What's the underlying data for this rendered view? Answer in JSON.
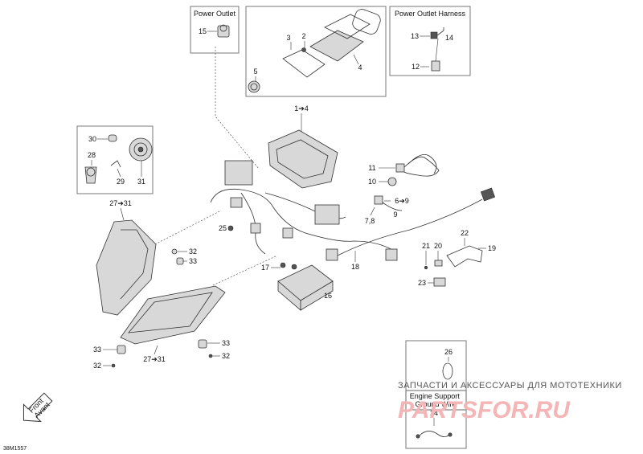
{
  "boxes": {
    "power_outlet": "Power Outlet",
    "power_outlet_harness": "Power Outlet Harness",
    "engine_support": "Engine Support\nGround Wire"
  },
  "callouts": {
    "c15": "15",
    "c3": "3",
    "c2": "2",
    "c5": "5",
    "c4": "4",
    "c13": "13",
    "c14": "14",
    "c12": "12",
    "c1_4": "1➔4",
    "c30": "30",
    "c28": "28",
    "c29": "29",
    "c31": "31",
    "c11": "11",
    "c10": "10",
    "c6_9": "6➔9",
    "c7_8": "7,8",
    "c9": "9",
    "c27_31_top": "27➔31",
    "c25": "25",
    "c32_a": "32",
    "c33_a": "33",
    "c21": "21",
    "c20": "20",
    "c22": "22",
    "c19": "19",
    "c23": "23",
    "c17": "17",
    "c16": "16",
    "c18": "18",
    "c33_b": "33",
    "c33_c": "33",
    "c32_b": "32",
    "c32_c": "32",
    "c27_31_bottom": "27➔31",
    "c26": "26",
    "c24": "24"
  },
  "watermark": {
    "text": "ЗАПЧАСТИ И АКСЕССУАРЫ ДЛЯ МОТОТЕХНИКИ",
    "logo": "PARTSFOR.RU"
  },
  "front_arrow": "Front\nAvant",
  "ref_code": "38M1557"
}
